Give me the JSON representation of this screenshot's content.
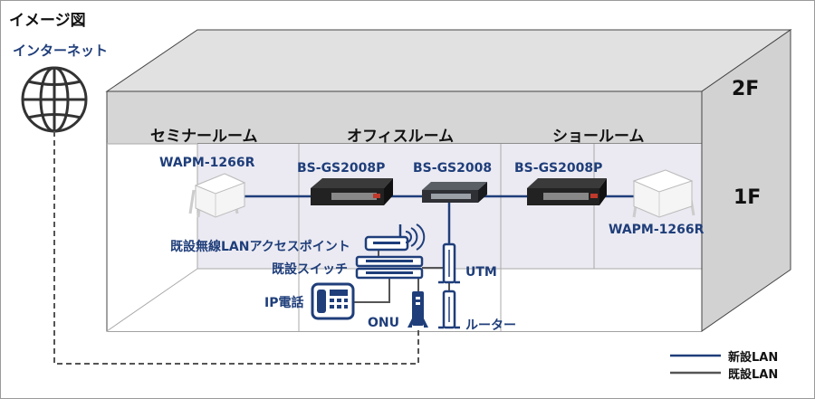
{
  "title": "イメージ図",
  "internet_label": "インターネット",
  "floors": {
    "upper": "2F",
    "lower": "1F"
  },
  "rooms": {
    "seminar": "セミナールーム",
    "office": "オフィスルーム",
    "show": "ショールーム"
  },
  "devices": {
    "ap_left": "WAPM-1266R",
    "switch_left": "BS-GS2008P",
    "switch_center": "BS-GS2008",
    "switch_right": "BS-GS2008P",
    "ap_right": "WAPM-1266R",
    "existing_wireless_ap": "既設無線LANアクセスポイント",
    "existing_switch": "既設スイッチ",
    "ip_phone": "IP電話",
    "onu": "ONU",
    "utm": "UTM",
    "router": "ルーター"
  },
  "legend": {
    "new_lan": "新設LAN",
    "existing_lan": "既設LAN"
  },
  "colors": {
    "new_lan": "#1f3e7a",
    "existing_lan": "#555555",
    "wall": "#d9d9d9",
    "floor_fill": "#ebeaf2"
  }
}
